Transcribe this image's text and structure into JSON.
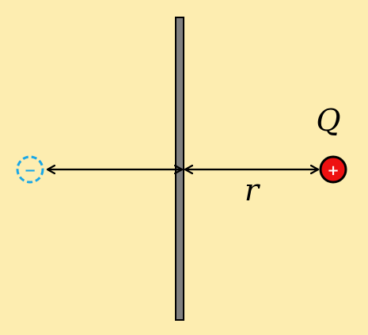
{
  "diagram": {
    "charge_label": "Q",
    "distance_label": "r",
    "real_charge": {
      "sign": "+",
      "fill_color": "#ee1111",
      "stroke_color": "#000000",
      "sign_color": "#ffffff"
    },
    "image_charge": {
      "sign": "−",
      "stroke_color": "#1aa7e6",
      "sign_color": "#1aa7e6",
      "style": "dashed"
    },
    "plane": {
      "fill_color": "#808080",
      "stroke_color": "#000000"
    },
    "arrow_color": "#000000",
    "background_color": "#fdedb0"
  }
}
